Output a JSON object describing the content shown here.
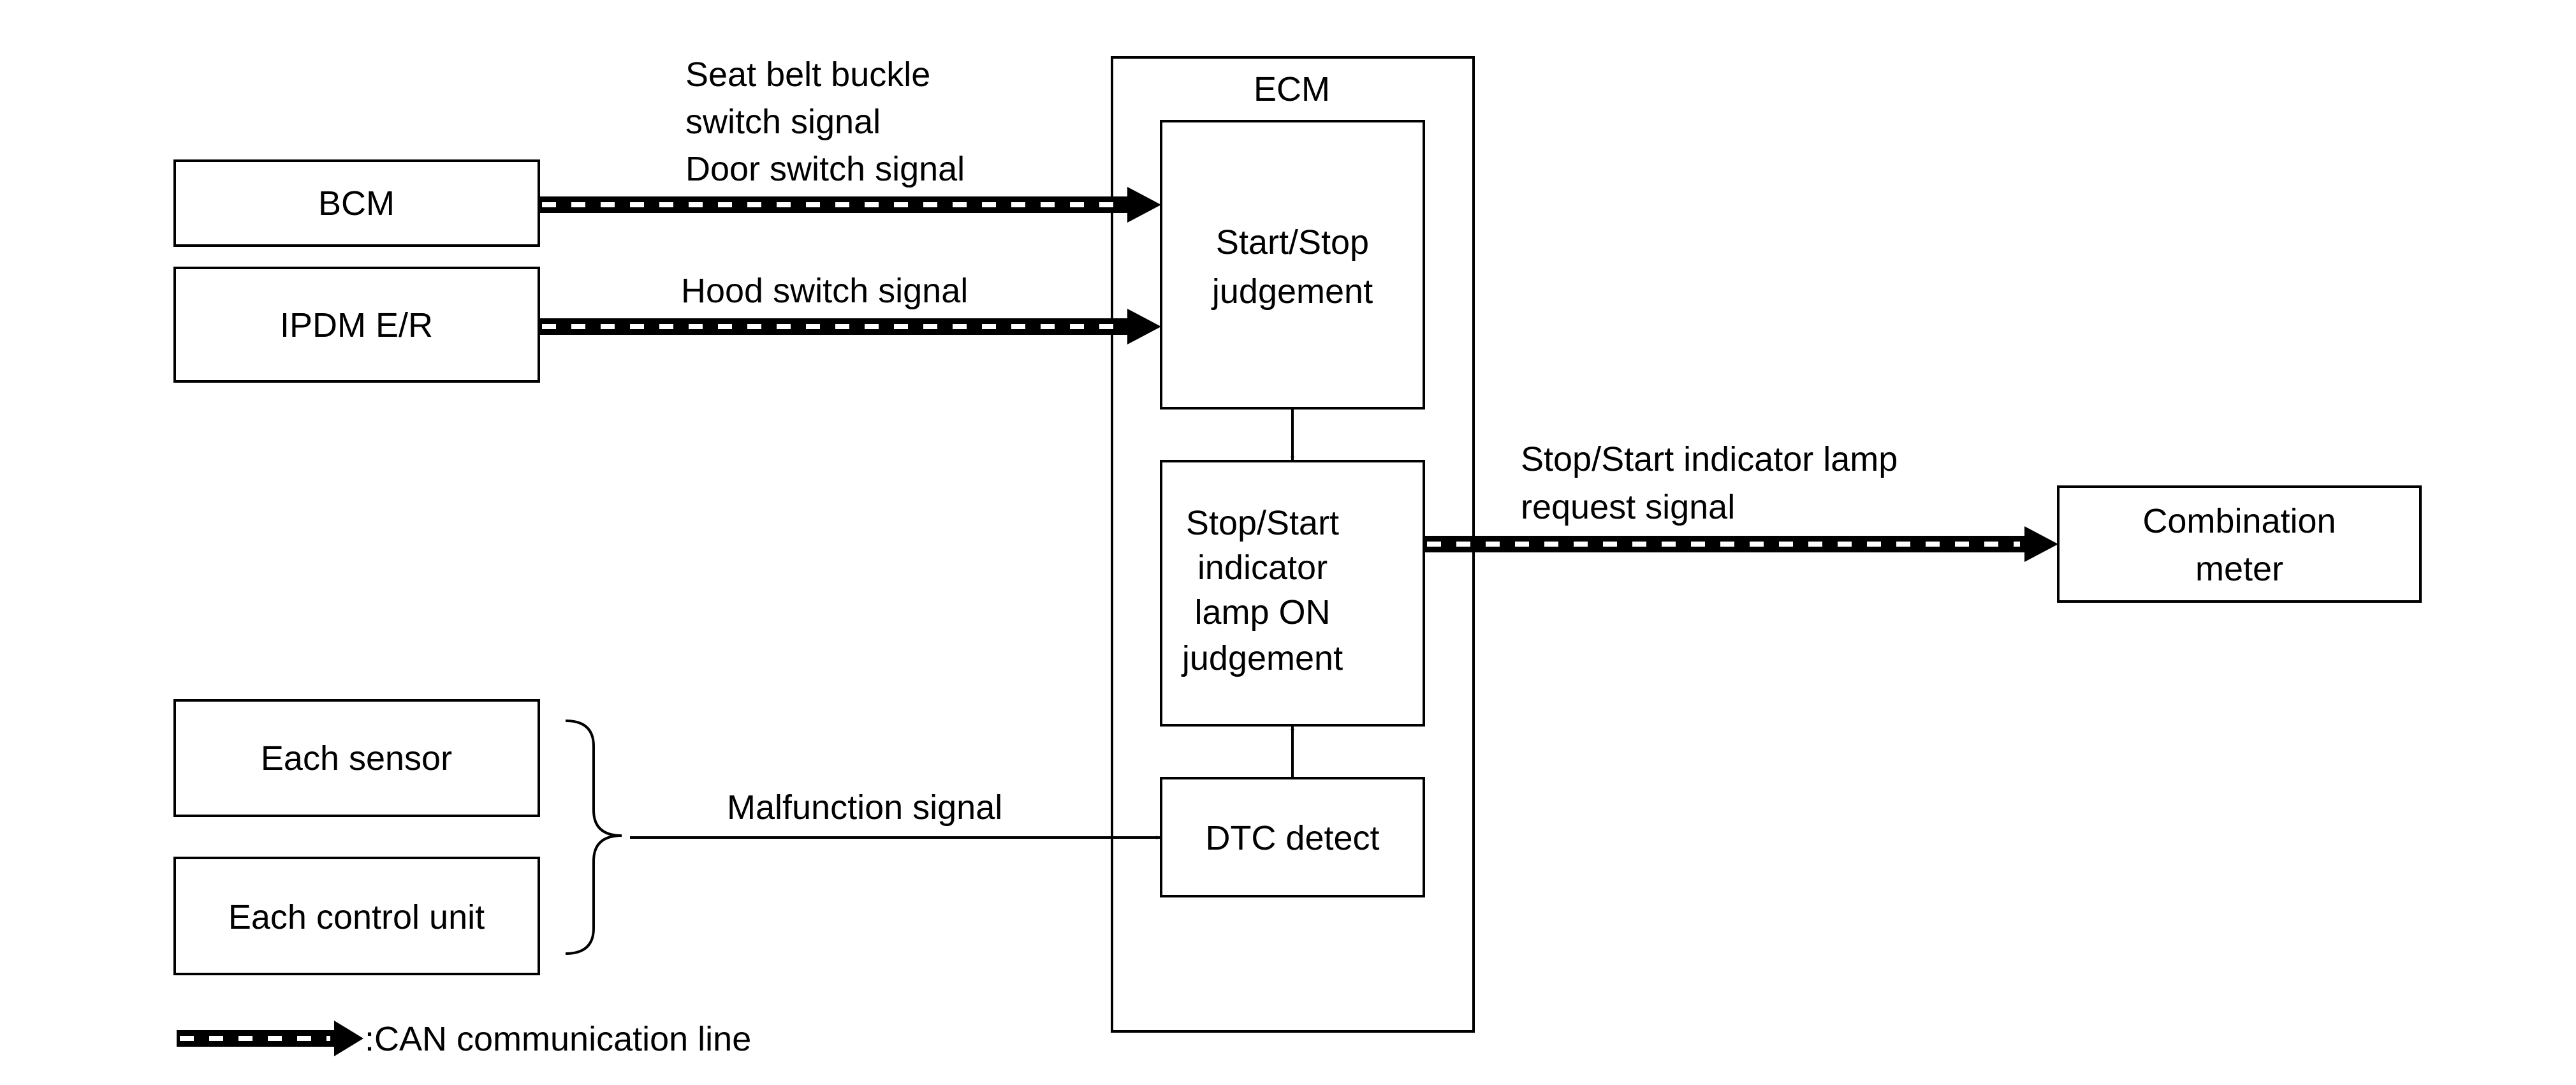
{
  "blocks": {
    "bcm": "BCM",
    "ipdm": "IPDM E/R",
    "each_sensor": "Each sensor",
    "each_control_unit": "Each control unit",
    "ecm": "ECM",
    "start_stop_judgement": [
      "Start/Stop",
      "judgement"
    ],
    "indicator_judgement": [
      "Stop/Start",
      "indicator",
      "lamp ON",
      "judgement"
    ],
    "dtc_detect": "DTC detect",
    "combination_meter": [
      "Combination",
      "meter"
    ]
  },
  "signals": {
    "bcm_signal": [
      "Seat belt buckle",
      "switch signal",
      "Door switch signal"
    ],
    "hood_signal": "Hood switch signal",
    "malfunction_signal": "Malfunction signal",
    "indicator_request_signal": [
      "Stop/Start indicator lamp",
      "request signal"
    ]
  },
  "legend": {
    "can_line": ":CAN communication line"
  }
}
